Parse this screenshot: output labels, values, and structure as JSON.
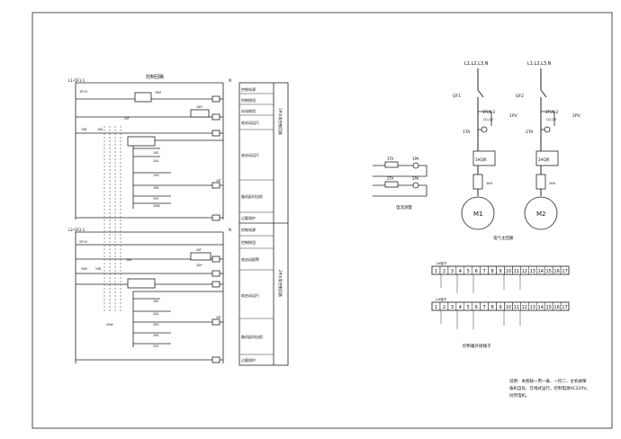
{
  "control": {
    "title": "控制回路",
    "top_supply": "L1-QF1-1",
    "bottom_supply": "L2-QF2-1",
    "neutral": "N",
    "fuse1": "1FU3",
    "fuse2": "2FU3",
    "labels_upper": [
      "1KM",
      "1SB",
      "1KA",
      "2KT",
      "1KH",
      "1KS",
      "1SA",
      "1HG",
      "1HR",
      "1HY",
      "1HW",
      "1KT"
    ],
    "labels_lower": [
      "2KM",
      "2SB",
      "2KA",
      "2KT",
      "2KH",
      "2KS",
      "2SA",
      "2HG",
      "2HR",
      "2HY",
      "2HW",
      "2KT"
    ]
  },
  "legend_table": {
    "group_top": "1#水泵控制回路",
    "group_bottom": "2#水泵控制回路",
    "rows_top": [
      "控制电源",
      "控制按钮",
      "启动按钮",
      "软启动运行",
      "软启动运行",
      "备机延时自投",
      "过载保护"
    ],
    "rows_bottom": [
      "控制电源",
      "控制按钮",
      "软启动报警",
      "软启动运行",
      "备机延时自投",
      "过载保护"
    ]
  },
  "main_circuit": {
    "title": "电气主回路",
    "bus1": "L1,L2,L3,N",
    "bus2": "L1,L2,L3,N",
    "qf1": "QF1",
    "qf2": "QF2",
    "fu1": "1FU1-2",
    "fu2": "2FU1-2",
    "q1": "Q1,Q2",
    "q2": "Q2,Q3",
    "pv1": "1PV",
    "pv2": "2PV",
    "ta1": "1TA",
    "ta2": "2TA",
    "soft1": "1HQJR",
    "soft2": "2HQJR",
    "km1": "1KH",
    "km2": "2KH",
    "motor1": "M1",
    "motor2": "M2"
  },
  "current_meter": {
    "title": "电流测量",
    "ta1": "1TA",
    "pa1": "1PA",
    "ta2": "2TA",
    "pa2": "2PA"
  },
  "terminal": {
    "title": "控制箱外接端子",
    "row1_label": "1#端子",
    "row2_label": "2#端子",
    "row1": [
      "1",
      "2",
      "3",
      "4",
      "5",
      "6",
      "7",
      "8",
      "9",
      "10",
      "11",
      "12",
      "13",
      "14",
      "15",
      "16",
      "17"
    ],
    "row2": [
      "1",
      "2",
      "3",
      "4",
      "5",
      "6",
      "7",
      "8",
      "9",
      "10",
      "11",
      "12",
      "13",
      "14",
      "15",
      "16",
      "17"
    ]
  },
  "note": {
    "line1": "说明：本图按一用一备、一控二、主机故障",
    "line2": "备机自投、在线式运行，控制电源AC220V。",
    "line3": "同然电机。"
  }
}
